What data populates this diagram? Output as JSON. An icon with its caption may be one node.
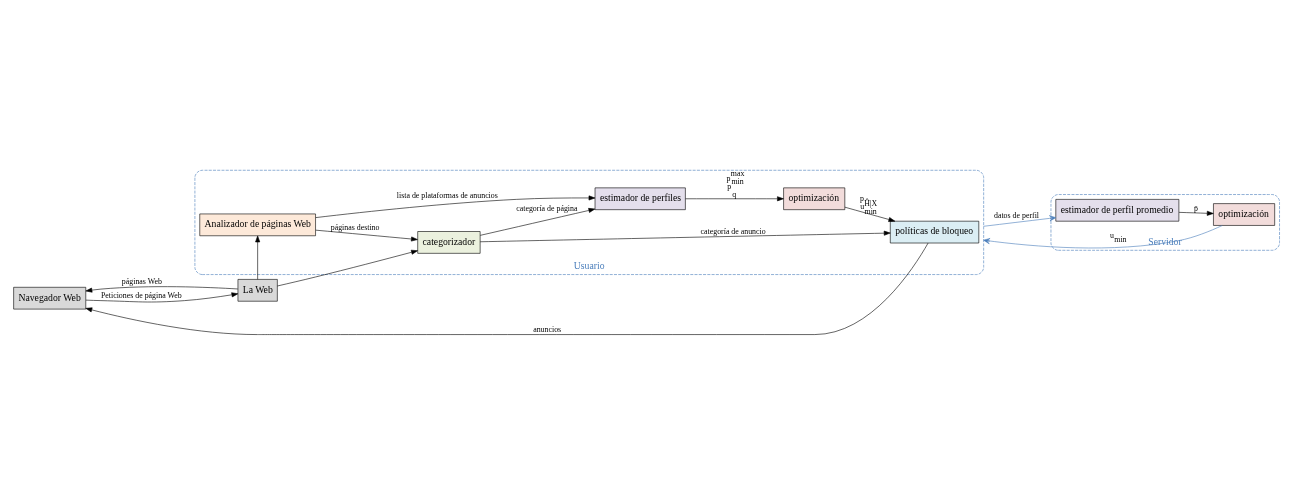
{
  "diagram": {
    "nodes": [
      {
        "text": [
          "Navegador Web"
        ]
      },
      {
        "text": [
          "La Web"
        ]
      },
      {
        "text": [
          "Usuario"
        ]
      },
      {
        "text": [
          "políticas de bloqueo"
        ],
        "in": 2
      },
      {
        "text": [
          "categorizador"
        ],
        "in": 2
      },
      {
        "text": [
          "Analizador de páginas Web"
        ],
        "in": 2
      },
      {
        "text": [
          "optimización"
        ],
        "in": 2
      },
      {
        "text": [
          "estimador de perfiles"
        ],
        "in": 2
      },
      {
        "text": [
          "Servidor"
        ]
      },
      {
        "text": [
          "estimador de perfil promedio"
        ],
        "in": 8
      },
      {
        "text": [
          "optimización"
        ],
        "in": 8
      }
    ],
    "edges": [
      {
        "from": 0,
        "to": 1,
        "arrow": "to",
        "label": "Peticiones de página Web"
      },
      {
        "from": 1,
        "to": 0,
        "arrow": "to",
        "label": "páginas Web"
      },
      {
        "from": 1,
        "to": 4,
        "arrow": "to"
      },
      {
        "from": 1,
        "to": 5,
        "arrow": "to"
      },
      {
        "from": 3,
        "to": 0,
        "arrow": "to",
        "label": "anuncios"
      },
      {
        "from": 4,
        "to": 3,
        "arrow": "to",
        "label": "categoría de anuncio"
      },
      {
        "from": 5,
        "to": 4,
        "arrow": "to",
        "label": "páginas destino"
      },
      {
        "from": 4,
        "to": 7,
        "arrow": "to",
        "label": "categoría de página"
      },
      {
        "from": 5,
        "to": 7,
        "arrow": "to",
        "label": "lista de plataformas de anuncios"
      },
      {
        "from": 7,
        "to": 6,
        "arrow": "to",
        "label": "p$^{max}$ p$^{min}$ q"
      },
      {
        "from": 6,
        "to": 3,
        "arrow": "to",
        "label": "p$_{Ĥ|X}$ u$_{min}$"
      },
      {
        "from": 2,
        "to": 9,
        "arrow": "to",
        "label": "datos de perfil",
        "color": "#4a7ebb"
      },
      {
        "from": 9,
        "to": 10,
        "arrow": "to",
        "label": "p̄"
      },
      {
        "from": 10,
        "to": 2,
        "arrow": "to",
        "label": "u$_{min}$",
        "color": "#4a7ebb"
      }
    ]
  }
}
